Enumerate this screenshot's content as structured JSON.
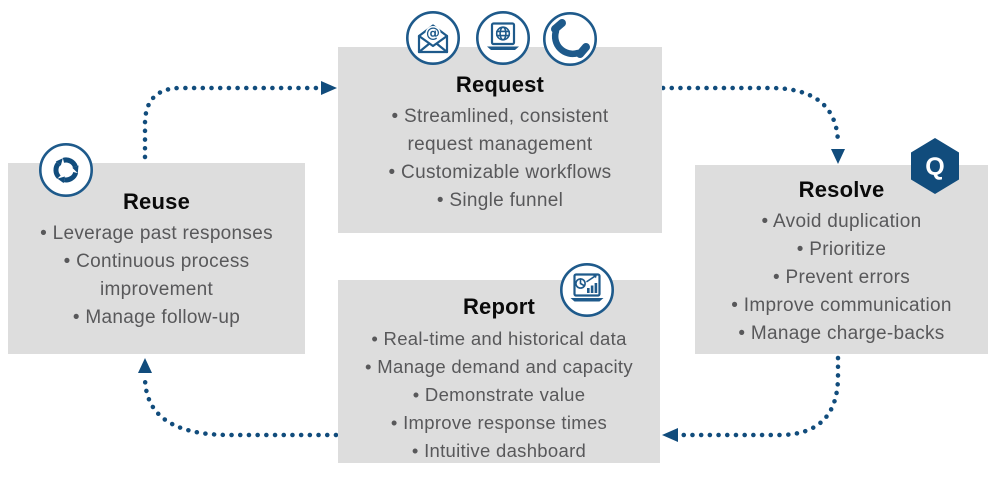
{
  "diagram": {
    "boxes": [
      {
        "id": "request",
        "title": "Request",
        "bullets": [
          "• Streamlined, consistent request management",
          "• Customizable workflows",
          "• Single funnel"
        ],
        "icons": [
          "email-at-icon",
          "laptop-globe-icon",
          "phone-icon"
        ]
      },
      {
        "id": "resolve",
        "title": "Resolve",
        "bullets": [
          "• Avoid duplication",
          "• Prioritize",
          "• Prevent errors",
          "• Improve communication",
          "• Manage charge-backs"
        ],
        "icons": [
          "q-hexagon-badge"
        ]
      },
      {
        "id": "report",
        "title": "Report",
        "bullets": [
          "• Real-time and historical data",
          "• Manage demand and capacity",
          "• Demonstrate value",
          "• Improve response times",
          "• Intuitive dashboard"
        ],
        "icons": [
          "dashboard-laptop-icon"
        ]
      },
      {
        "id": "reuse",
        "title": "Reuse",
        "bullets": [
          "• Leverage past responses",
          "• Continuous process improvement",
          "• Manage follow-up"
        ],
        "icons": [
          "recycle-icon"
        ]
      }
    ],
    "q_badge": {
      "label": "Q"
    },
    "arrows": [
      {
        "from": "reuse",
        "to": "request"
      },
      {
        "from": "request",
        "to": "resolve"
      },
      {
        "from": "resolve",
        "to": "report"
      },
      {
        "from": "report",
        "to": "reuse"
      }
    ],
    "colors": {
      "navy": "#114c7c",
      "icon_stroke": "#1e5a8b",
      "box_bg": "#dddddd",
      "bullet_text": "#58585a",
      "title_text": "#0a0a0a"
    }
  }
}
